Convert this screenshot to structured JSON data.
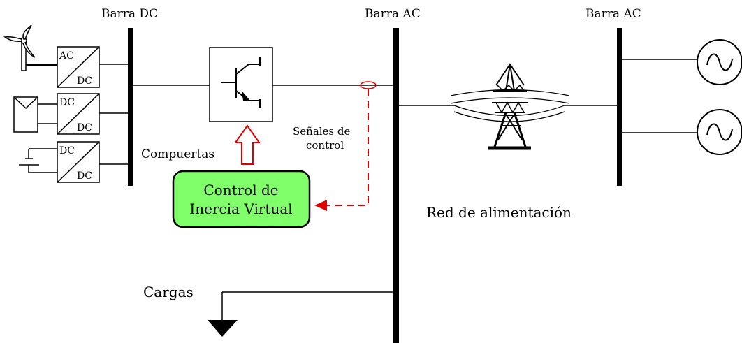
{
  "labels": {
    "dc_bus": "Barra DC",
    "ac_bus_1": "Barra AC",
    "ac_bus_2": "Barra AC",
    "gates": "Compuertas",
    "signals_line1": "Señales de",
    "signals_line2": "control",
    "control_line1": "Control de",
    "control_line2": "Inercia Virtual",
    "grid": "Red de alimentación",
    "loads": "Cargas"
  },
  "converters": [
    {
      "top": "AC",
      "bottom": "DC"
    },
    {
      "top": "DC",
      "bottom": "DC"
    },
    {
      "top": "DC",
      "bottom": "DC"
    }
  ],
  "colors": {
    "control_fill": "#80ff6a",
    "signal_red": "#e00000",
    "line": "#000000"
  },
  "icons": [
    "wind-turbine-icon",
    "solar-panel-icon",
    "battery-icon",
    "igbt-icon",
    "transmission-tower-icon",
    "ac-source-icon",
    "ground-icon"
  ]
}
